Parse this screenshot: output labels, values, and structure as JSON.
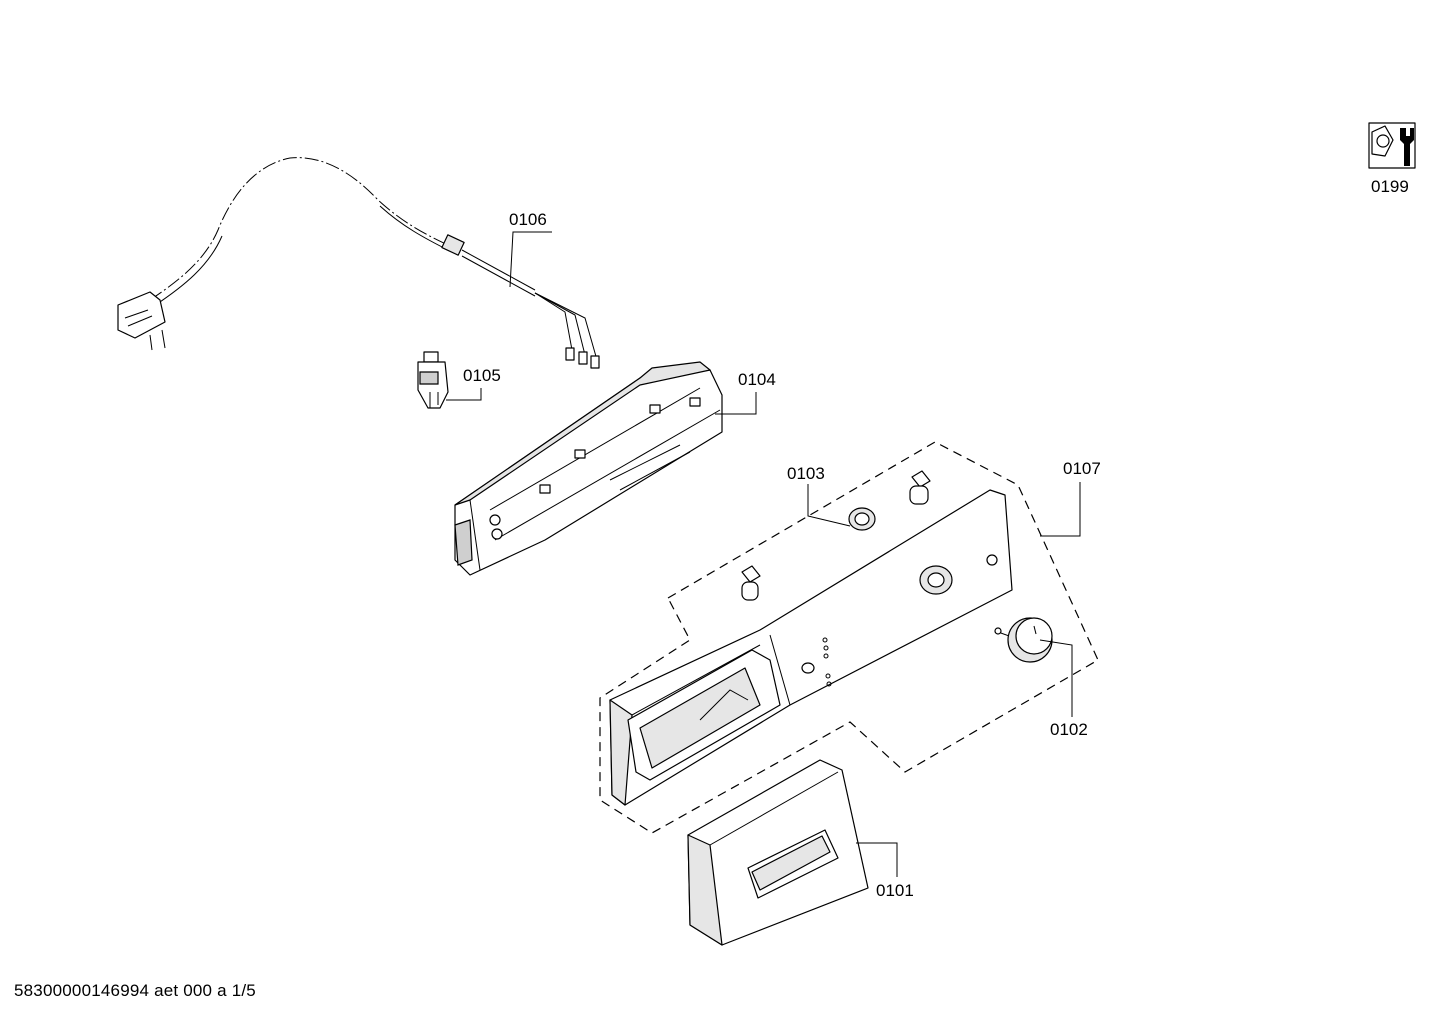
{
  "diagram": {
    "callouts": {
      "p0101": "0101",
      "p0102": "0102",
      "p0103": "0103",
      "p0104": "0104",
      "p0105": "0105",
      "p0106": "0106",
      "p0107": "0107",
      "p0199": "0199"
    },
    "footer": "58300000146994 aet 000 a 1/5",
    "icons": {
      "tools": "nut-wrench-icon"
    }
  }
}
